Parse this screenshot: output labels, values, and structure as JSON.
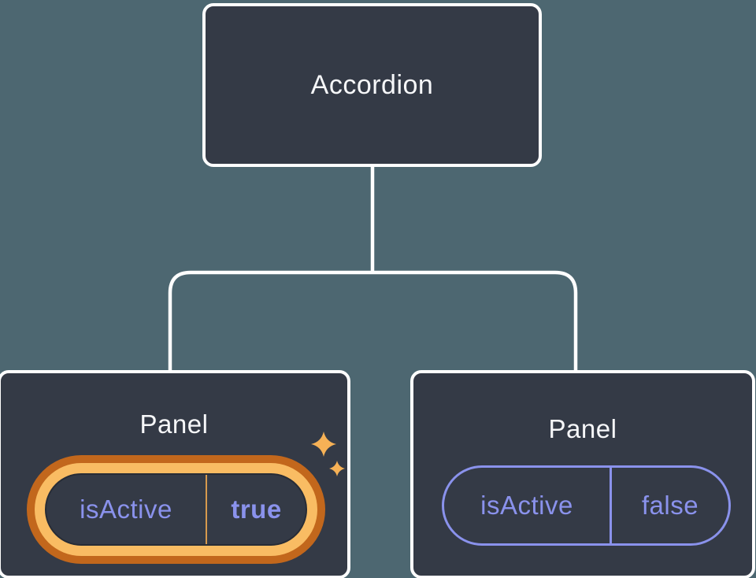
{
  "diagram": {
    "type": "component-tree",
    "root_node": {
      "label": "Accordion"
    },
    "panels": [
      {
        "label": "Panel",
        "prop_name": "isActive",
        "prop_value": "true",
        "highlighted": true
      },
      {
        "label": "Panel",
        "prop_name": "isActive",
        "prop_value": "false",
        "highlighted": false
      }
    ],
    "colors": {
      "background": "#4d6771",
      "node_fill": "#343a46",
      "node_border": "#ffffff",
      "connector": "#ffffff",
      "title_text": "#f6f7f9",
      "state_text": "#8a92ec",
      "highlight_ring_inner": "#f9bc63",
      "highlight_ring_outer": "#c2671c",
      "highlight_divider": "#d79a4d",
      "sparkle": "#f6b156"
    }
  }
}
